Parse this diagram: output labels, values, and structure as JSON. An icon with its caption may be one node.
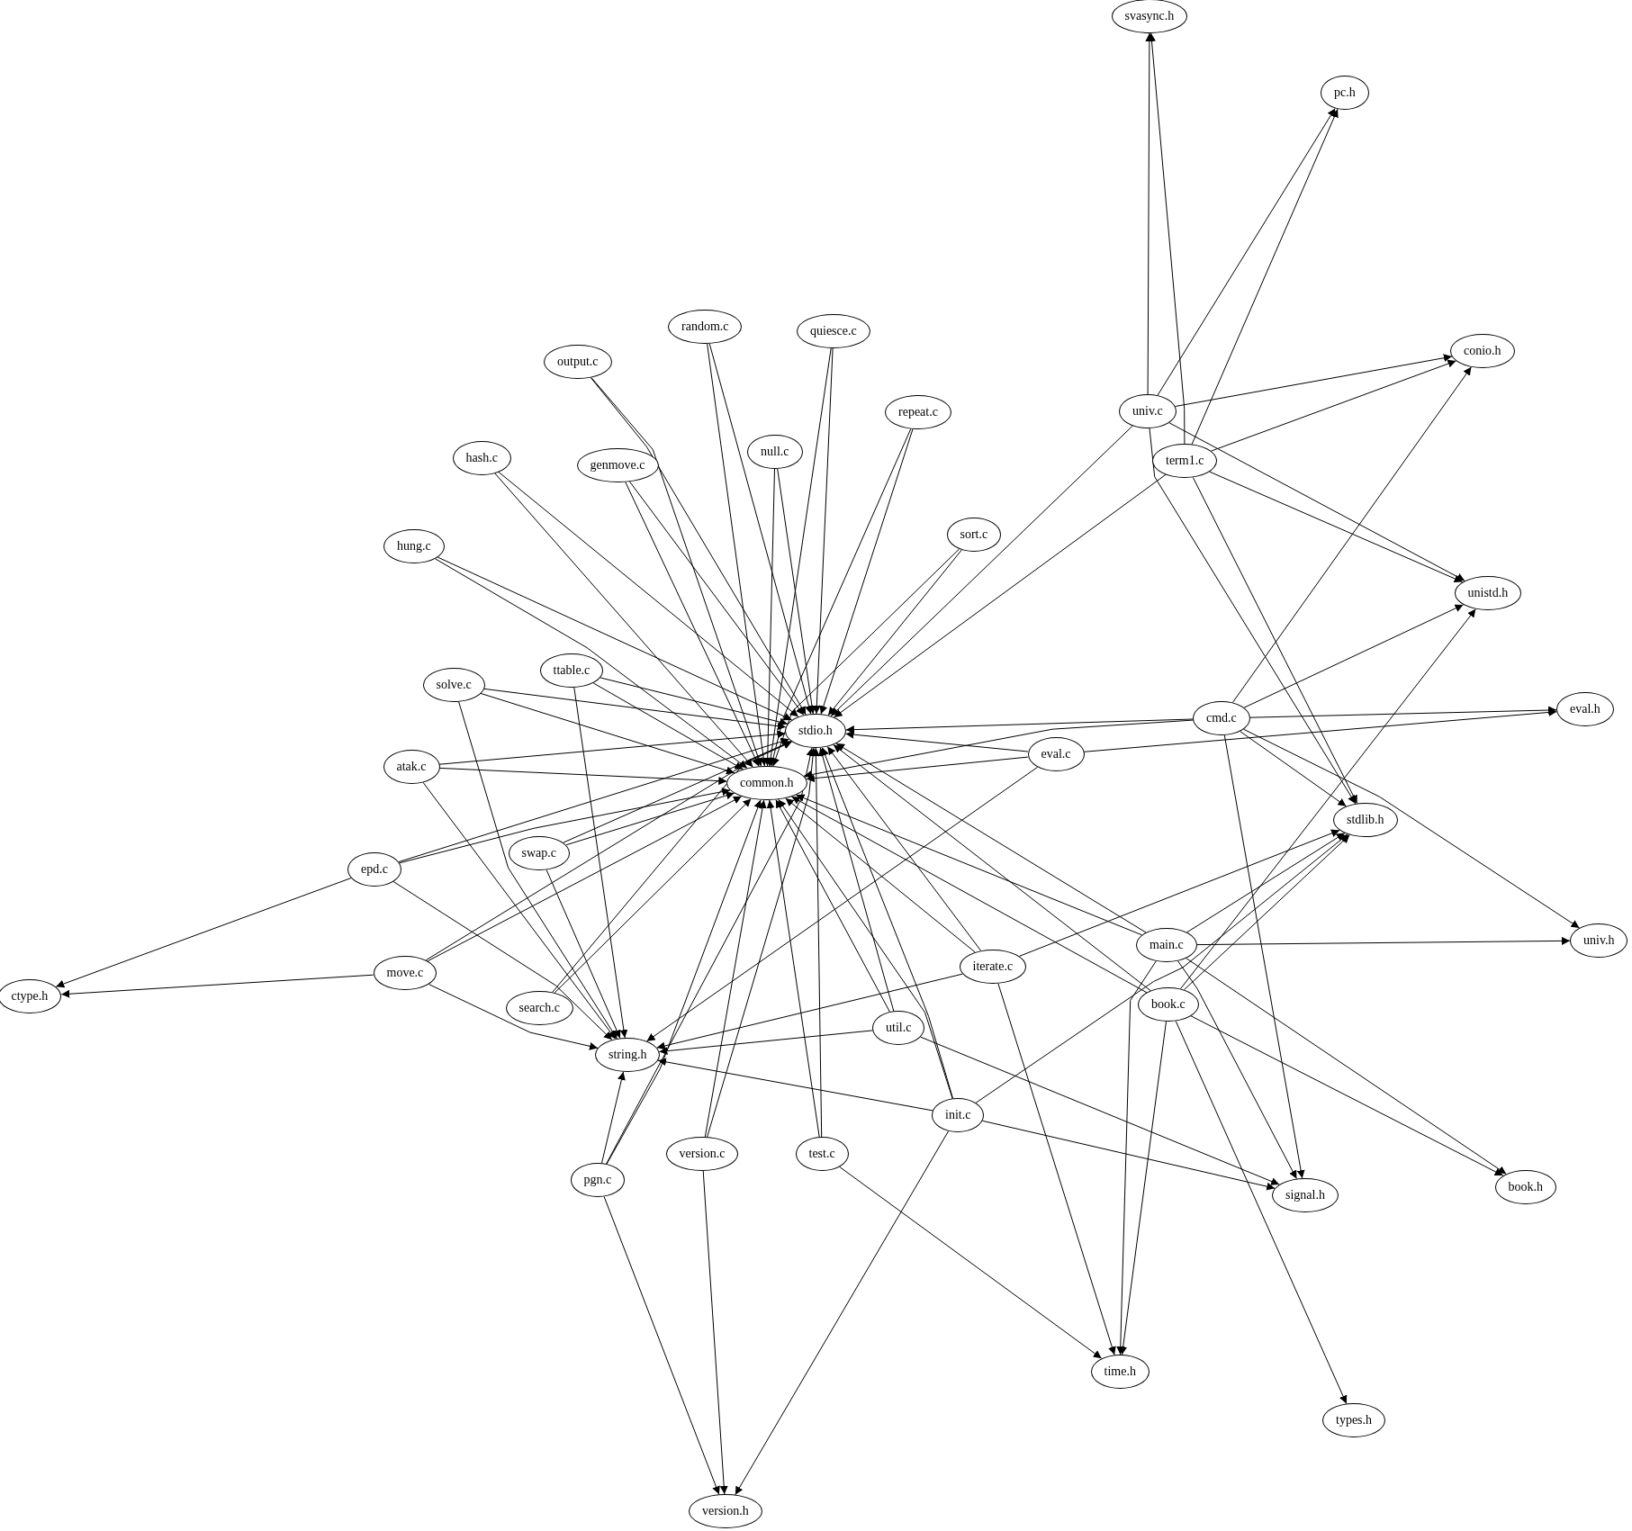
{
  "diagram": {
    "nodes": [
      {
        "text": [
          "svasync.h"
        ]
      },
      {
        "text": [
          "pc.h"
        ]
      },
      {
        "text": [
          "random.c"
        ]
      },
      {
        "text": [
          "quiesce.c"
        ]
      },
      {
        "text": [
          "output.c"
        ]
      },
      {
        "text": [
          "conio.h"
        ]
      },
      {
        "text": [
          "repeat.c"
        ]
      },
      {
        "text": [
          "univ.c"
        ]
      },
      {
        "text": [
          "hash.c"
        ]
      },
      {
        "text": [
          "genmove.c"
        ]
      },
      {
        "text": [
          "null.c"
        ]
      },
      {
        "text": [
          "term1.c"
        ]
      },
      {
        "text": [
          "sort.c"
        ]
      },
      {
        "text": [
          "hung.c"
        ]
      },
      {
        "text": [
          "unistd.h"
        ]
      },
      {
        "text": [
          "ttable.c"
        ]
      },
      {
        "text": [
          "solve.c"
        ]
      },
      {
        "text": [
          "eval.h"
        ]
      },
      {
        "text": [
          "cmd.c"
        ]
      },
      {
        "text": [
          "stdio.h"
        ]
      },
      {
        "text": [
          "eval.c"
        ]
      },
      {
        "text": [
          "atak.c"
        ]
      },
      {
        "text": [
          "common.h"
        ]
      },
      {
        "text": [
          "stdlib.h"
        ]
      },
      {
        "text": [
          "epd.c"
        ]
      },
      {
        "text": [
          "swap.c"
        ]
      },
      {
        "text": [
          "univ.h"
        ]
      },
      {
        "text": [
          "main.c"
        ]
      },
      {
        "text": [
          "iterate.c"
        ]
      },
      {
        "text": [
          "move.c"
        ]
      },
      {
        "text": [
          "ctype.h"
        ]
      },
      {
        "text": [
          "book.c"
        ]
      },
      {
        "text": [
          "search.c"
        ]
      },
      {
        "text": [
          "util.c"
        ]
      },
      {
        "text": [
          "string.h"
        ]
      },
      {
        "text": [
          "init.c"
        ]
      },
      {
        "text": [
          "test.c"
        ]
      },
      {
        "text": [
          "version.c"
        ]
      },
      {
        "text": [
          "pgn.c"
        ]
      },
      {
        "text": [
          "signal.h"
        ]
      },
      {
        "text": [
          "book.h"
        ]
      },
      {
        "text": [
          "time.h"
        ]
      },
      {
        "text": [
          "types.h"
        ]
      },
      {
        "text": [
          "version.h"
        ]
      }
    ],
    "edges": [
      {
        "from": 7,
        "to": 0,
        "arrow": "to"
      },
      {
        "from": 7,
        "to": 1,
        "arrow": "to"
      },
      {
        "from": 7,
        "to": 5,
        "arrow": "to"
      },
      {
        "from": 7,
        "to": 14,
        "arrow": "to"
      },
      {
        "from": 7,
        "to": 19,
        "arrow": "to"
      },
      {
        "from": 7,
        "to": 23,
        "arrow": "to"
      },
      {
        "from": 11,
        "to": 0,
        "arrow": "to"
      },
      {
        "from": 11,
        "to": 1,
        "arrow": "to"
      },
      {
        "from": 11,
        "to": 5,
        "arrow": "to"
      },
      {
        "from": 11,
        "to": 14,
        "arrow": "to"
      },
      {
        "from": 11,
        "to": 19,
        "arrow": "to"
      },
      {
        "from": 11,
        "to": 23,
        "arrow": "to"
      },
      {
        "from": 2,
        "to": 19,
        "arrow": "to"
      },
      {
        "from": 2,
        "to": 22,
        "arrow": "to"
      },
      {
        "from": 3,
        "to": 19,
        "arrow": "to"
      },
      {
        "from": 3,
        "to": 22,
        "arrow": "to"
      },
      {
        "from": 4,
        "to": 19,
        "arrow": "to"
      },
      {
        "from": 4,
        "to": 22,
        "arrow": "to"
      },
      {
        "from": 6,
        "to": 19,
        "arrow": "to"
      },
      {
        "from": 6,
        "to": 22,
        "arrow": "to"
      },
      {
        "from": 8,
        "to": 19,
        "arrow": "to"
      },
      {
        "from": 8,
        "to": 22,
        "arrow": "to"
      },
      {
        "from": 9,
        "to": 19,
        "arrow": "to"
      },
      {
        "from": 9,
        "to": 22,
        "arrow": "to"
      },
      {
        "from": 10,
        "to": 19,
        "arrow": "to"
      },
      {
        "from": 10,
        "to": 22,
        "arrow": "to"
      },
      {
        "from": 12,
        "to": 19,
        "arrow": "to"
      },
      {
        "from": 12,
        "to": 22,
        "arrow": "to"
      },
      {
        "from": 13,
        "to": 19,
        "arrow": "to"
      },
      {
        "from": 13,
        "to": 22,
        "arrow": "to"
      },
      {
        "from": 15,
        "to": 19,
        "arrow": "to"
      },
      {
        "from": 15,
        "to": 22,
        "arrow": "to"
      },
      {
        "from": 15,
        "to": 34,
        "arrow": "to"
      },
      {
        "from": 16,
        "to": 19,
        "arrow": "to"
      },
      {
        "from": 16,
        "to": 22,
        "arrow": "to"
      },
      {
        "from": 16,
        "to": 34,
        "arrow": "to"
      },
      {
        "from": 18,
        "to": 19,
        "arrow": "to"
      },
      {
        "from": 18,
        "to": 22,
        "arrow": "to"
      },
      {
        "from": 18,
        "to": 17,
        "arrow": "to"
      },
      {
        "from": 18,
        "to": 5,
        "arrow": "to"
      },
      {
        "from": 18,
        "to": 14,
        "arrow": "to"
      },
      {
        "from": 18,
        "to": 23,
        "arrow": "to"
      },
      {
        "from": 18,
        "to": 26,
        "arrow": "to"
      },
      {
        "from": 18,
        "to": 39,
        "arrow": "to"
      },
      {
        "from": 20,
        "to": 19,
        "arrow": "to"
      },
      {
        "from": 20,
        "to": 22,
        "arrow": "to"
      },
      {
        "from": 20,
        "to": 17,
        "arrow": "to"
      },
      {
        "from": 20,
        "to": 34,
        "arrow": "to"
      },
      {
        "from": 21,
        "to": 19,
        "arrow": "to"
      },
      {
        "from": 21,
        "to": 22,
        "arrow": "to"
      },
      {
        "from": 21,
        "to": 34,
        "arrow": "to"
      },
      {
        "from": 24,
        "to": 19,
        "arrow": "to"
      },
      {
        "from": 24,
        "to": 22,
        "arrow": "to"
      },
      {
        "from": 24,
        "to": 34,
        "arrow": "to"
      },
      {
        "from": 24,
        "to": 30,
        "arrow": "to"
      },
      {
        "from": 25,
        "to": 19,
        "arrow": "to"
      },
      {
        "from": 25,
        "to": 22,
        "arrow": "to"
      },
      {
        "from": 25,
        "to": 34,
        "arrow": "to"
      },
      {
        "from": 27,
        "to": 19,
        "arrow": "to"
      },
      {
        "from": 27,
        "to": 22,
        "arrow": "to"
      },
      {
        "from": 27,
        "to": 23,
        "arrow": "to"
      },
      {
        "from": 27,
        "to": 26,
        "arrow": "to"
      },
      {
        "from": 27,
        "to": 39,
        "arrow": "to"
      },
      {
        "from": 27,
        "to": 40,
        "arrow": "to"
      },
      {
        "from": 27,
        "to": 41,
        "arrow": "to"
      },
      {
        "from": 28,
        "to": 19,
        "arrow": "to"
      },
      {
        "from": 28,
        "to": 22,
        "arrow": "to"
      },
      {
        "from": 28,
        "to": 34,
        "arrow": "to"
      },
      {
        "from": 28,
        "to": 23,
        "arrow": "to"
      },
      {
        "from": 28,
        "to": 41,
        "arrow": "to"
      },
      {
        "from": 29,
        "to": 19,
        "arrow": "to"
      },
      {
        "from": 29,
        "to": 22,
        "arrow": "to"
      },
      {
        "from": 29,
        "to": 30,
        "arrow": "to"
      },
      {
        "from": 29,
        "to": 34,
        "arrow": "to"
      },
      {
        "from": 31,
        "to": 19,
        "arrow": "to"
      },
      {
        "from": 31,
        "to": 22,
        "arrow": "to"
      },
      {
        "from": 31,
        "to": 23,
        "arrow": "to"
      },
      {
        "from": 31,
        "to": 14,
        "arrow": "to"
      },
      {
        "from": 31,
        "to": 41,
        "arrow": "to"
      },
      {
        "from": 31,
        "to": 40,
        "arrow": "to"
      },
      {
        "from": 31,
        "to": 42,
        "arrow": "to"
      },
      {
        "from": 32,
        "to": 19,
        "arrow": "to"
      },
      {
        "from": 32,
        "to": 22,
        "arrow": "to"
      },
      {
        "from": 33,
        "to": 19,
        "arrow": "to"
      },
      {
        "from": 33,
        "to": 22,
        "arrow": "to"
      },
      {
        "from": 33,
        "to": 34,
        "arrow": "to"
      },
      {
        "from": 33,
        "to": 39,
        "arrow": "to"
      },
      {
        "from": 35,
        "to": 19,
        "arrow": "to"
      },
      {
        "from": 35,
        "to": 22,
        "arrow": "to"
      },
      {
        "from": 35,
        "to": 34,
        "arrow": "to"
      },
      {
        "from": 35,
        "to": 39,
        "arrow": "to"
      },
      {
        "from": 35,
        "to": 23,
        "arrow": "to"
      },
      {
        "from": 35,
        "to": 43,
        "arrow": "to"
      },
      {
        "from": 36,
        "to": 19,
        "arrow": "to"
      },
      {
        "from": 36,
        "to": 22,
        "arrow": "to"
      },
      {
        "from": 36,
        "to": 41,
        "arrow": "to"
      },
      {
        "from": 37,
        "to": 19,
        "arrow": "to"
      },
      {
        "from": 37,
        "to": 22,
        "arrow": "to"
      },
      {
        "from": 37,
        "to": 43,
        "arrow": "to"
      },
      {
        "from": 38,
        "to": 34,
        "arrow": "to"
      },
      {
        "from": 38,
        "to": 19,
        "arrow": "to"
      },
      {
        "from": 38,
        "to": 22,
        "arrow": "to"
      },
      {
        "from": 38,
        "to": 43,
        "arrow": "to"
      }
    ]
  }
}
